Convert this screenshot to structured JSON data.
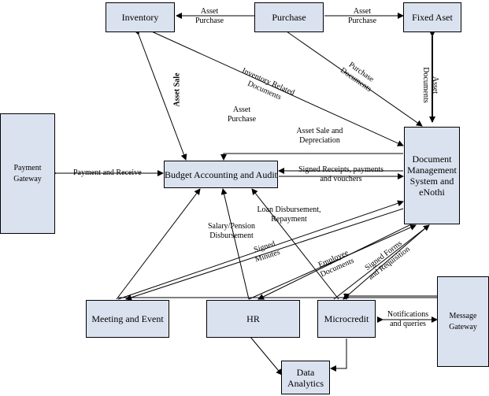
{
  "nodes": {
    "inventory": "Inventory",
    "purchase": "Purchase",
    "fixed_asset": "Fixed Aset",
    "payment_gateway": "Payment Gateway",
    "budget": "Budget Accounting and Audit",
    "dms": "Document Management System and eNothi",
    "meeting": "Meeting and Event",
    "hr": "HR",
    "microcredit": "Microcredit",
    "message_gateway": "Message Gateway",
    "data_analytics": "Data Analytics"
  },
  "labels": {
    "asset_purchase_1": "Asset Purchase",
    "asset_purchase_2": "Asset Purchase",
    "asset_documents": "Asset Documents",
    "asset_sale": "Asset Sale",
    "inventory_related_documents": "Inventory Related Documents",
    "purchase_documents": "Purchase Documents",
    "asset_purchase_3": "Asset Purchase",
    "asset_sale_depreciation": "Asset Sale and Depreciation",
    "payment_receive": "Payment and Receive",
    "signed_receipts": "Signed Receipts, payments and vouchers",
    "loan_disbursement": "Loan Disbursement, Repayment",
    "salary_pension": "Salary/Pension Disbursement",
    "signed_minutes": "Signed Minutes",
    "employee_documents": "Employee Documents",
    "signed_forms": "Signed Forms and Requisition",
    "notifications": "Notifications and queries"
  }
}
